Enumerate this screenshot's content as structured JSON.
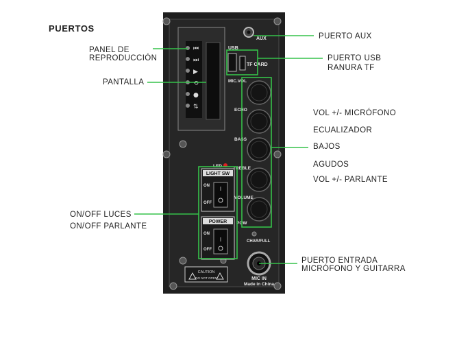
{
  "title": "PUERTOS",
  "labels": {
    "panel": [
      "PANEL DE",
      "REPRODUCCIÓN"
    ],
    "pantalla": "PANTALLA",
    "aux": "PUERTO AUX",
    "usb": [
      "PUERTO USB",
      "RANURA TF"
    ],
    "mic_vol": "VOL +/- MICRÓFONO",
    "echo": "ECUALIZADOR",
    "bass": "BAJOS",
    "treble": "AGUDOS",
    "volume": "VOL +/- PARLANTE",
    "light": "ON/OFF LUCES",
    "power": "ON/OFF PARLANTE",
    "mic_in": [
      "PUERTO ENTRADA",
      "MICRÓFONO Y GUITARRA"
    ]
  },
  "panel_text": {
    "aux": "AUX",
    "usb": "USB",
    "tf": "TF CARD",
    "mic_vol": "MIC.VOL",
    "echo": "ECHO",
    "bass": "BASS",
    "led": "LED",
    "treble": "TREBLE",
    "volume": "VOLUME",
    "power_knob": "POW",
    "light_sw": "LIGHT SW",
    "power_sw": "POWER",
    "on": "ON",
    "off": "OFF",
    "charfull": "CHAR/FULL",
    "mic_in": "MIC IN",
    "made_in": "Made in China",
    "caution": "CAUTION",
    "caution_sub": "DO NOT OPEN"
  },
  "colors": {
    "annotation": "#35c24a",
    "panel": "#222222",
    "knob": "#1a1a1a"
  }
}
